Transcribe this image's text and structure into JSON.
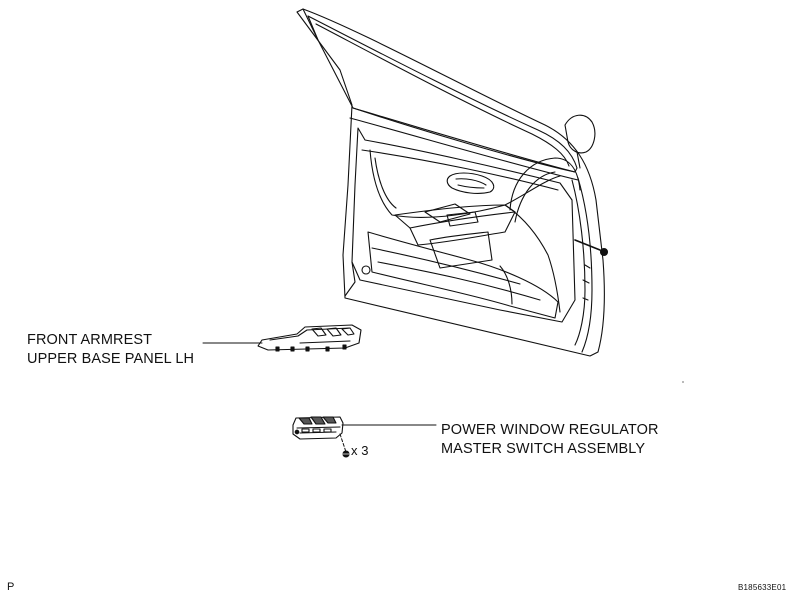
{
  "callouts": {
    "armrest_panel": {
      "line1": "FRONT ARMREST",
      "line2": "UPPER BASE PANEL LH"
    },
    "master_switch": {
      "line1": "POWER WINDOW REGULATOR",
      "line2": "MASTER SWITCH ASSEMBLY"
    },
    "screw_quantity": "x 3"
  },
  "footer": {
    "page_letter": "P",
    "figure_code": "B185633E01"
  },
  "colors": {
    "ink": "#111111",
    "background": "#ffffff"
  }
}
